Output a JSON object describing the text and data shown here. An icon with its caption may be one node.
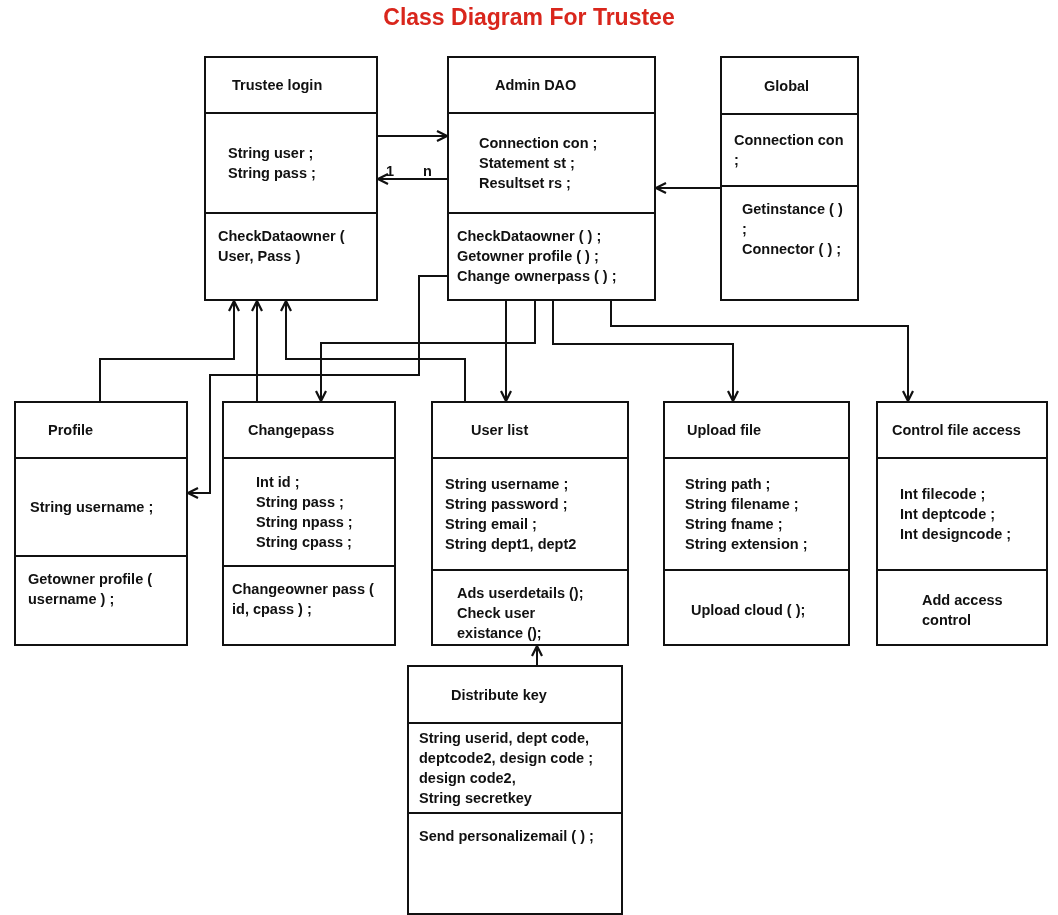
{
  "diagram": {
    "title": "Class Diagram For Trustee",
    "nodes": [
      {
        "text": [
          "Trustee login",
          "String user ;",
          "String pass ;",
          "CheckDataowner ( User, Pass )"
        ]
      },
      {
        "text": [
          "Admin DAO",
          "Connection con ;",
          "Statement st ;",
          "Resultset rs ;",
          "CheckDataowner ( ) ;",
          "Getowner profile ( ) ;",
          "Change ownerpass ( ) ;"
        ]
      },
      {
        "text": [
          "Global",
          "Connection con ;",
          "Getinstance ( ) ;",
          "Connector ( ) ;"
        ]
      },
      {
        "text": [
          "Profile",
          "String username ;",
          "Getowner profile ( username ) ;"
        ]
      },
      {
        "text": [
          "Changepass",
          "Int id ;",
          "String pass ;",
          "String npass ;",
          "String cpass ;",
          "Changeowner pass ( id, cpass ) ;"
        ]
      },
      {
        "text": [
          "User list",
          "String username ;",
          "String password ;",
          "String email ;",
          "String dept1, dept2",
          "Ads userdetails ();",
          "Check user existance ();"
        ]
      },
      {
        "text": [
          "Upload file",
          "String path ;",
          "String filename ;",
          "String fname ;",
          "String extension ;",
          "Upload cloud ( );"
        ]
      },
      {
        "text": [
          "Control file access",
          "Int filecode ;",
          "Int deptcode ;",
          "Int designcode ;",
          "Add access control"
        ]
      },
      {
        "text": [
          "Distribute key",
          "String userid, dept code, deptcode2, design code ; design code2,",
          "String secretkey",
          "Send personalizemail ( ) ;"
        ]
      }
    ],
    "edges": [
      {
        "from": 0,
        "to": 1,
        "arrow": "to"
      },
      {
        "from": 1,
        "to": 0,
        "arrow": "to"
      },
      {
        "from": 2,
        "to": 1,
        "arrow": "to"
      },
      {
        "from": 3,
        "to": 0,
        "arrow": "to"
      },
      {
        "from": 4,
        "to": 0,
        "arrow": "to"
      },
      {
        "from": 5,
        "to": 0,
        "arrow": "to"
      },
      {
        "from": 1,
        "to": 3,
        "arrow": "to"
      },
      {
        "from": 1,
        "to": 4,
        "arrow": "to"
      },
      {
        "from": 1,
        "to": 5,
        "arrow": "to"
      },
      {
        "from": 1,
        "to": 6,
        "arrow": "to"
      },
      {
        "from": 1,
        "to": 7,
        "arrow": "to"
      },
      {
        "from": 8,
        "to": 5,
        "arrow": "to"
      }
    ],
    "labels": [
      "1",
      "n"
    ]
  }
}
